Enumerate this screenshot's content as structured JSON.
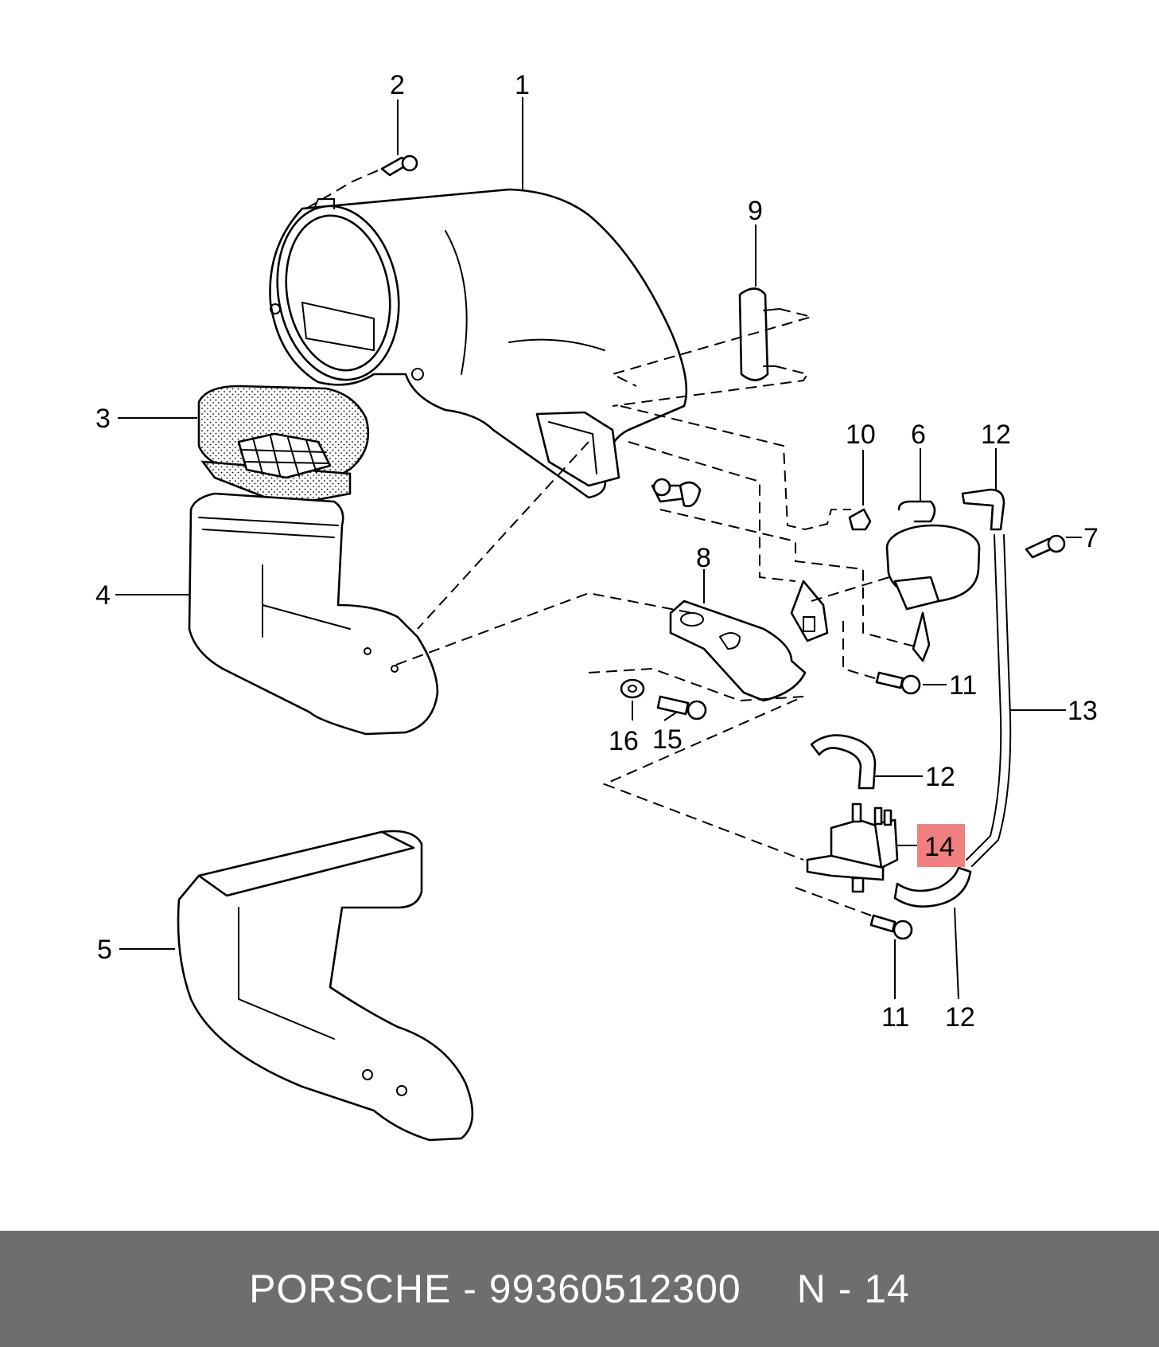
{
  "callouts": [
    {
      "id": "c1",
      "text": "1"
    },
    {
      "id": "c2",
      "text": "2"
    },
    {
      "id": "c3",
      "text": "3"
    },
    {
      "id": "c4",
      "text": "4"
    },
    {
      "id": "c5",
      "text": "5"
    },
    {
      "id": "c6",
      "text": "6"
    },
    {
      "id": "c7",
      "text": "7"
    },
    {
      "id": "c8",
      "text": "8"
    },
    {
      "id": "c9",
      "text": "9"
    },
    {
      "id": "c10",
      "text": "10"
    },
    {
      "id": "c11a",
      "text": "11"
    },
    {
      "id": "c11b",
      "text": "11"
    },
    {
      "id": "c12a",
      "text": "12"
    },
    {
      "id": "c12b",
      "text": "12"
    },
    {
      "id": "c12c",
      "text": "12"
    },
    {
      "id": "c13",
      "text": "13"
    },
    {
      "id": "c14",
      "text": "14"
    },
    {
      "id": "c15",
      "text": "15"
    },
    {
      "id": "c16",
      "text": "16"
    }
  ],
  "highlight": {
    "callout": "14",
    "color": "#f08080"
  },
  "footer": {
    "brand_part": "PORSCHE - 99360512300",
    "ref": "N - 14",
    "background": "#6e6e6e"
  }
}
